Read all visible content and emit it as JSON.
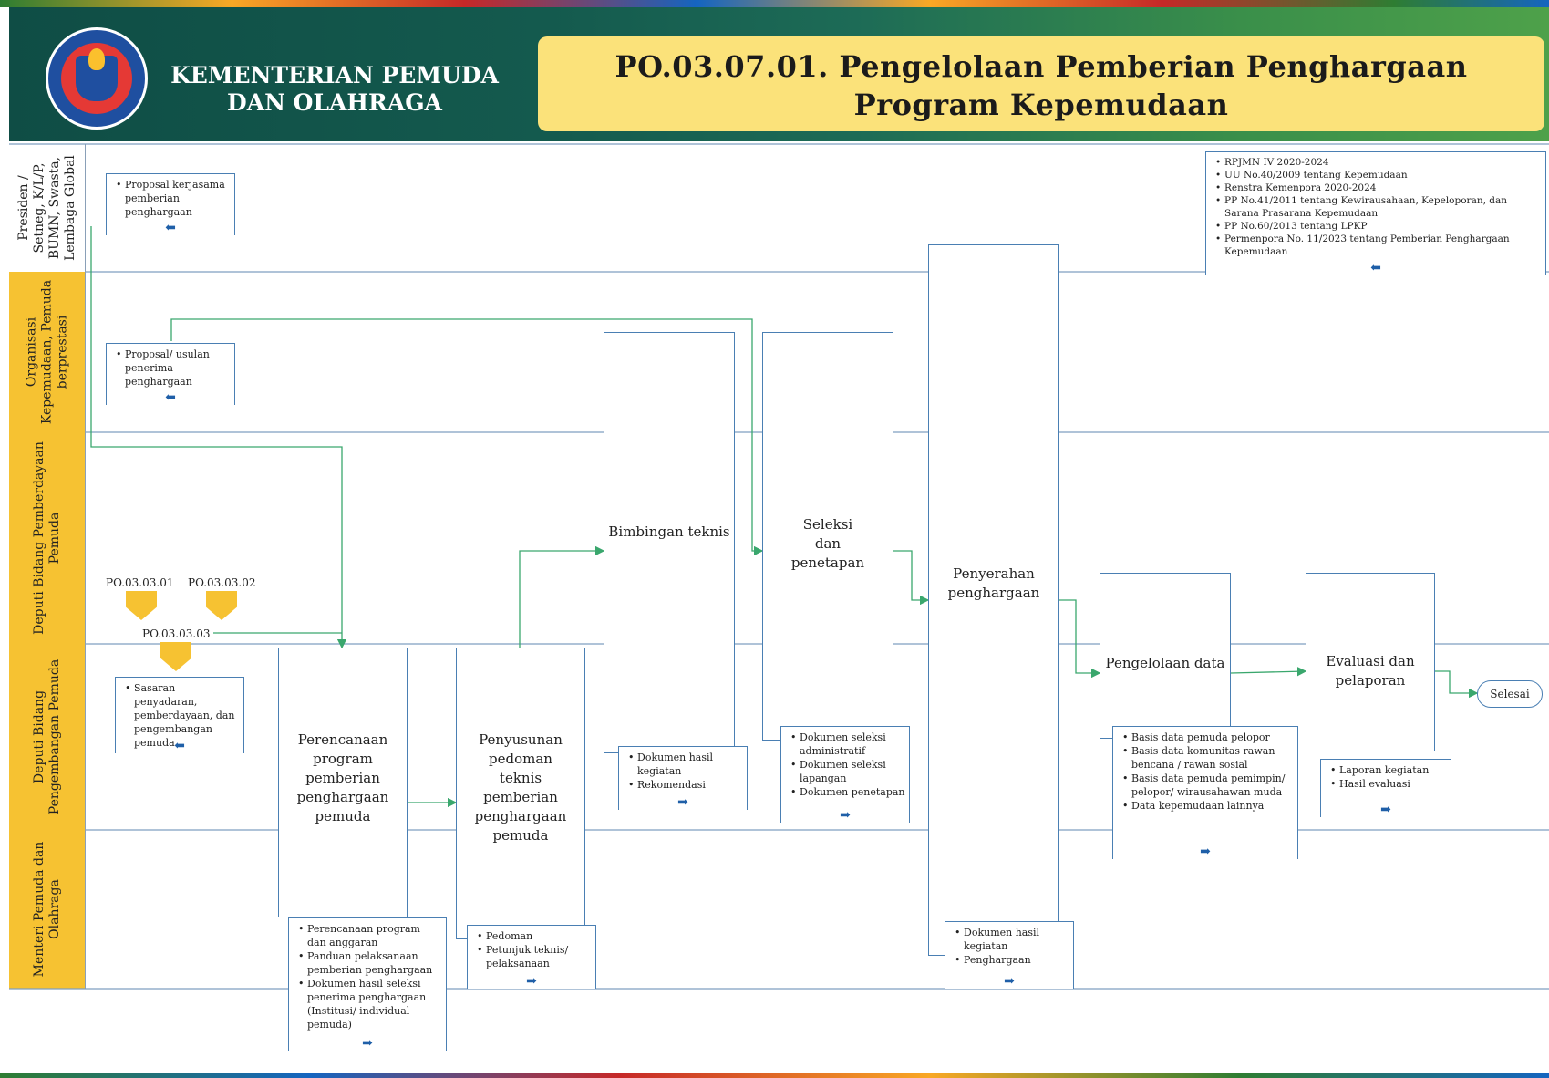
{
  "header": {
    "ministry_line1": "KEMENTERIAN PEMUDA",
    "ministry_line2": "DAN OLAHRAGA",
    "title": "PO.03.07.01. Pengelolaan Pemberian Penghargaan Program Kepemudaan"
  },
  "lanes": [
    {
      "label": "Presiden / Setneg, K/L/P, BUMN, Swasta, Lembaga Global"
    },
    {
      "label": "Organisasi Kepemudaan, Pemuda berprestasi"
    },
    {
      "label": "Deputi Bidang Pemberdayaan Pemuda"
    },
    {
      "label": "Deputi Bidang Pengembangan Pemuda"
    },
    {
      "label": "Menteri Pemuda dan Olahraga"
    }
  ],
  "processes": {
    "perencanaan": "Perencanaan program pemberian penghargaan pemuda",
    "penyusunan": "Penyusunan pedoman teknis pemberian penghargaan pemuda",
    "bimbingan": "Bimbingan teknis",
    "seleksi": "Seleksi dan penetapan",
    "penyerahan": "Penyerahan penghargaan",
    "pengelolaan": "Pengelolaan data",
    "evaluasi": "Evaluasi dan pelaporan"
  },
  "terminal": "Selesai",
  "refs": [
    "PO.03.03.01",
    "PO.03.03.02",
    "PO.03.03.03"
  ],
  "documents": {
    "proposal_kerjasama": [
      "Proposal kerjasama pemberian penghargaan"
    ],
    "proposal_usulan": [
      "Proposal/ usulan penerima penghargaan"
    ],
    "sasaran": [
      "Sasaran penyadaran, pemberdayaan, dan pengembangan pemuda"
    ],
    "regulasi": [
      "RPJMN IV 2020-2024",
      "UU No.40/2009 tentang Kepemudaan",
      "Renstra Kemenpora 2020-2024",
      "PP No.41/2011 tentang Kewirausahaan, Kepeloporan, dan Sarana Prasarana Kepemudaan",
      "PP No.60/2013 tentang LPKP",
      "Permenpora No. 11/2023 tentang Pemberian Penghargaan Kepemudaan"
    ],
    "perencanaan_out": [
      "Perencanaan program dan anggaran",
      "Panduan pelaksanaan pemberian penghargaan",
      "Dokumen hasil seleksi penerima penghargaan (Institusi/ individual pemuda)"
    ],
    "pedoman_out": [
      "Pedoman",
      "Petunjuk teknis/ pelaksanaan"
    ],
    "bimtek_out": [
      "Dokumen hasil kegiatan",
      "Rekomendasi"
    ],
    "seleksi_out": [
      "Dokumen seleksi administratif",
      "Dokumen seleksi lapangan",
      "Dokumen penetapan"
    ],
    "penyerahan_out": [
      "Dokumen hasil kegiatan",
      "Penghargaan"
    ],
    "data_out": [
      "Basis data pemuda pelopor",
      "Basis data komunitas rawan bencana / rawan sosial",
      "Basis data pemuda pemimpin/ pelopor/ wirausahawan muda",
      "Data kepemudaan lainnya"
    ],
    "evaluasi_out": [
      "Laporan kegiatan",
      "Hasil evaluasi"
    ]
  },
  "colors": {
    "lane_label_bg": "#f6c232",
    "header_bg": "#145a4e",
    "title_bg": "#fbe27a",
    "connector": "#3aa76d",
    "border": "#4a7fb3"
  }
}
